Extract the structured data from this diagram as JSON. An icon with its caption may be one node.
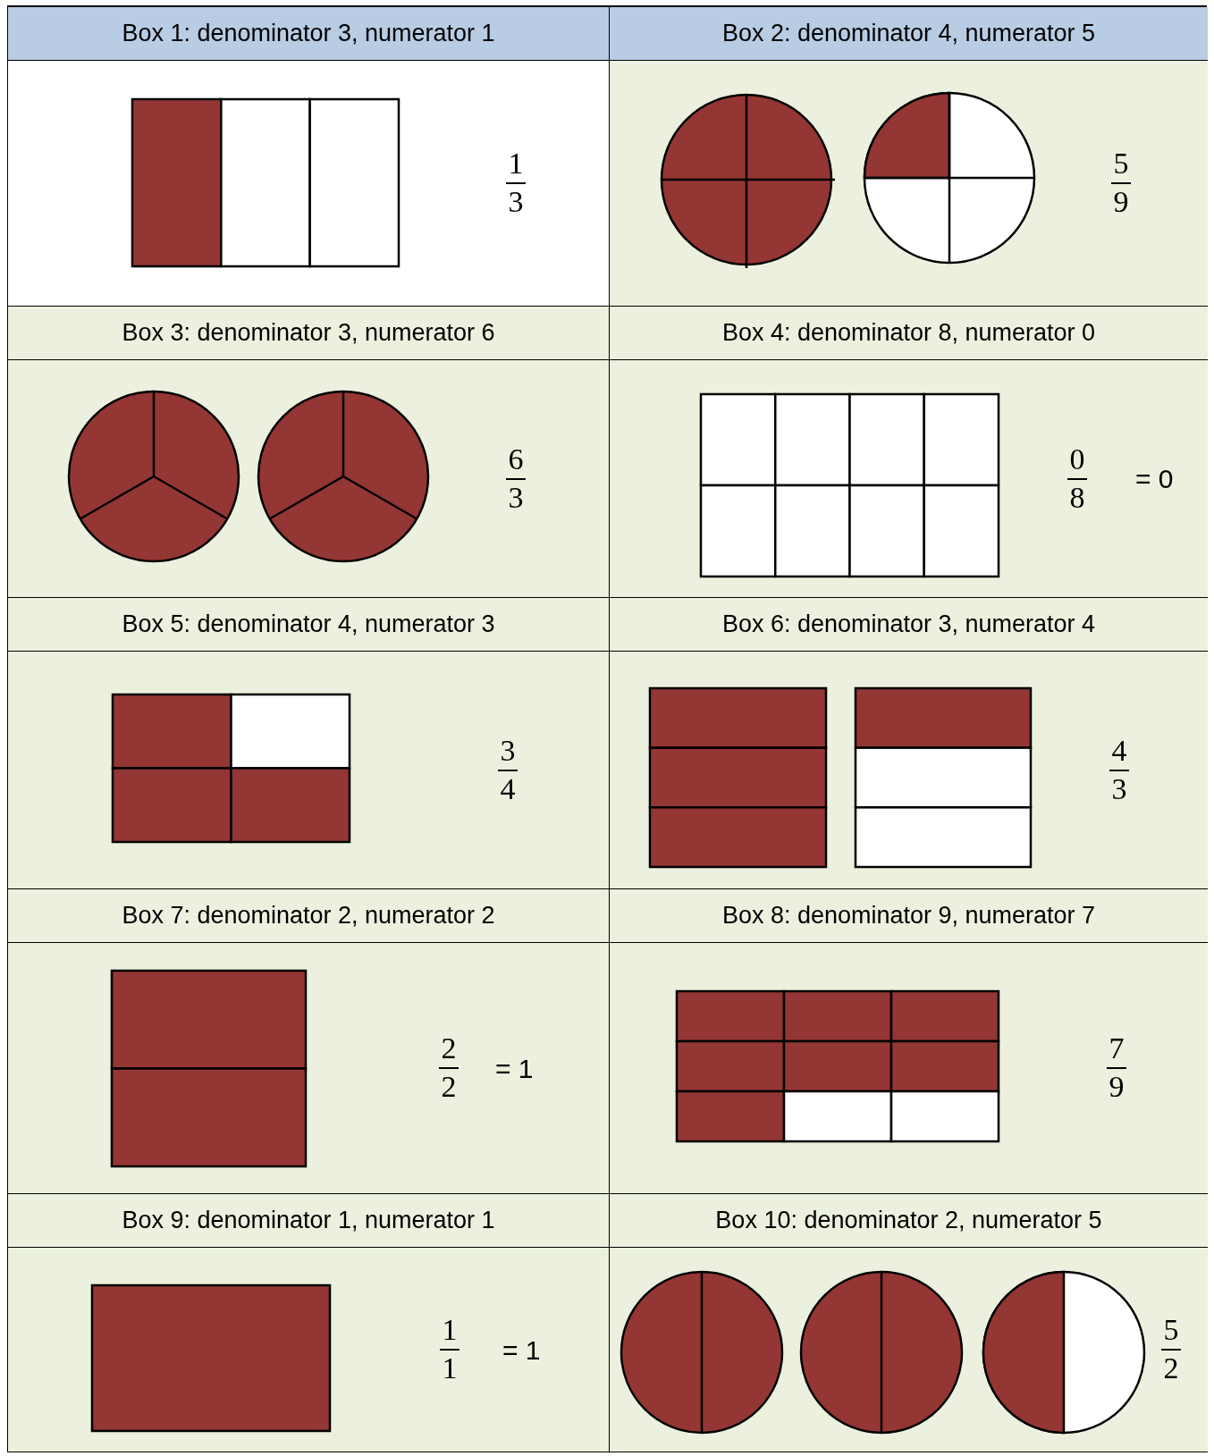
{
  "diagram": {
    "labels": [
      "Box 1: denominator 3, numerator 1",
      "Box 2: denominator 4, numerator 5",
      "1",
      "3",
      "5",
      "9",
      "Box 3: denominator 3, numerator 6",
      "Box 4: denominator 8, numerator 0",
      "6",
      "3",
      "0",
      "8",
      "= 0",
      "Box 5: denominator 4, numerator 3",
      "Box 6: denominator 3, numerator 4",
      "3",
      "4",
      "4",
      "3",
      "Box 7: denominator 2, numerator 2",
      "Box 8: denominator 9, numerator 7",
      "2",
      "2",
      "= 1",
      "7",
      "9",
      "Box 9: denominator 1, numerator 1",
      "Box 10: denominator 2, numerator 5",
      "1",
      "1",
      "= 1",
      "5",
      "2"
    ]
  }
}
